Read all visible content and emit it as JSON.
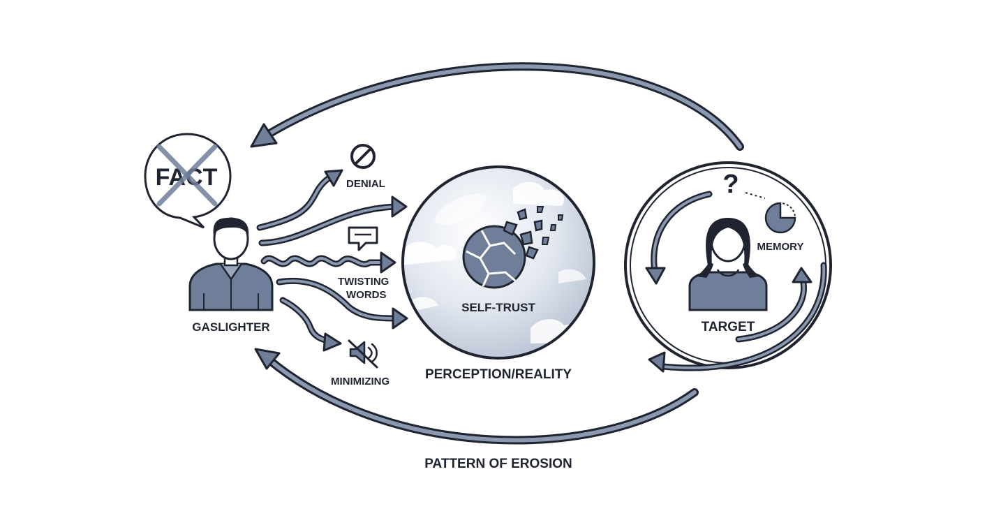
{
  "speech_bubble": {
    "text": "FACT"
  },
  "gaslighter": {
    "label": "GASLIGHTER"
  },
  "tactics": {
    "denial": "DENIAL",
    "twisting_line1": "TWISTING",
    "twisting_line2": "WORDS",
    "minimizing": "MINIMIZING"
  },
  "center": {
    "self_trust": "SELF-TRUST",
    "perception": "PERCEPTION/REALITY"
  },
  "target": {
    "label": "TARGET",
    "memory": "MEMORY",
    "question_mark": "?"
  },
  "cycle": {
    "label": "PATTERN OF EROSION"
  },
  "colors": {
    "outline": "#1f2430",
    "accent": "#6f7f99",
    "light": "#c7cfdc",
    "sphere": "#e6eaf1"
  }
}
